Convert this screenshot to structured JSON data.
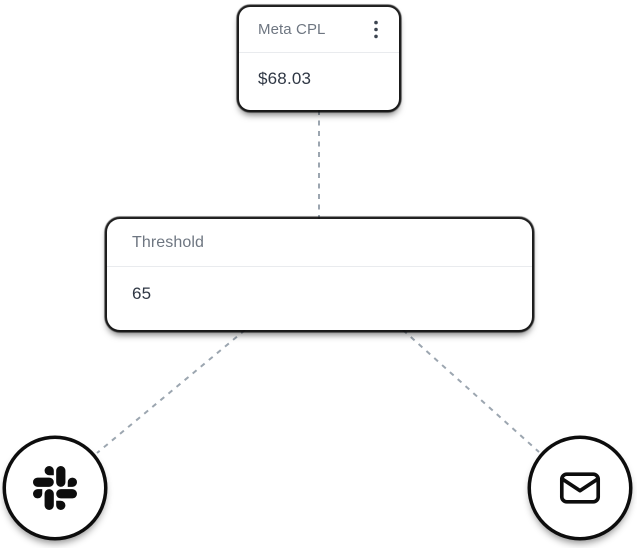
{
  "diagram": {
    "metric_node": {
      "title": "Meta CPL",
      "value": "$68.03",
      "menu_icon": "kebab-vertical-icon"
    },
    "threshold_node": {
      "label": "Threshold",
      "value": "65"
    },
    "action_nodes": [
      {
        "name": "slack",
        "icon": "slack-icon"
      },
      {
        "name": "email",
        "icon": "envelope-icon"
      }
    ],
    "connectors": [
      {
        "from": "metric_node",
        "to": "threshold_node",
        "style": "dashed"
      },
      {
        "from": "threshold_node",
        "to": "slack",
        "style": "dashed"
      },
      {
        "from": "threshold_node",
        "to": "email",
        "style": "dashed"
      }
    ],
    "colors": {
      "background": "#ffffff",
      "card_background": "#ffffff",
      "connector": "#9ca6b0",
      "header_text": "#6e7681",
      "value_text": "#2f3744",
      "divider": "#e9ebee",
      "node_outline": "#0d0d0d"
    }
  }
}
